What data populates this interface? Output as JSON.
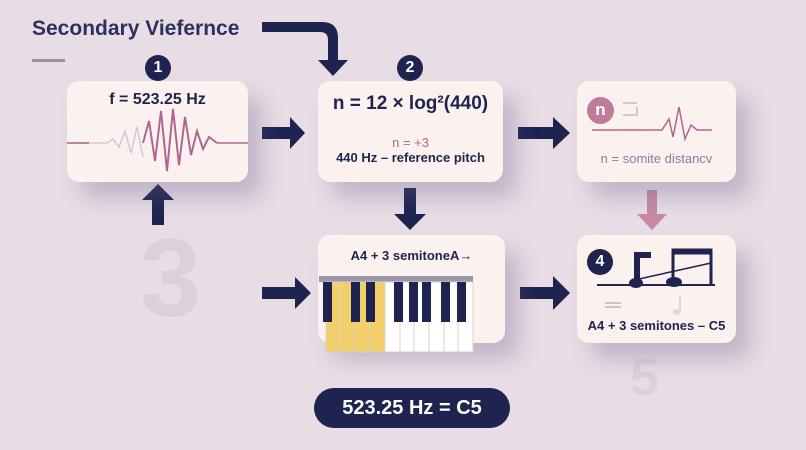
{
  "title": "Secondary Viefernce",
  "steps": [
    {
      "badge": "1",
      "label": "f = 523.25 Hz"
    },
    {
      "badge": "2",
      "formula": "n = 12 × log²(440)",
      "value": "n = +3",
      "note": "440 Hz – reference pitch"
    },
    {
      "badge_letter": "n",
      "note": "n = somite distancv"
    },
    {
      "label": "A4 + 3 semitoneA→"
    },
    {
      "badge": "4",
      "label": "A4 + 3 semitones – C5"
    }
  ],
  "ghost_numbers": [
    "3",
    "5"
  ],
  "result": "523.25 Hz = C5",
  "colors": {
    "navy": "#1e2350",
    "pink": "#c07a9a",
    "background": "#e8dde5",
    "card": "#fbf2ef",
    "key_highlight": "#f3cf6a"
  }
}
